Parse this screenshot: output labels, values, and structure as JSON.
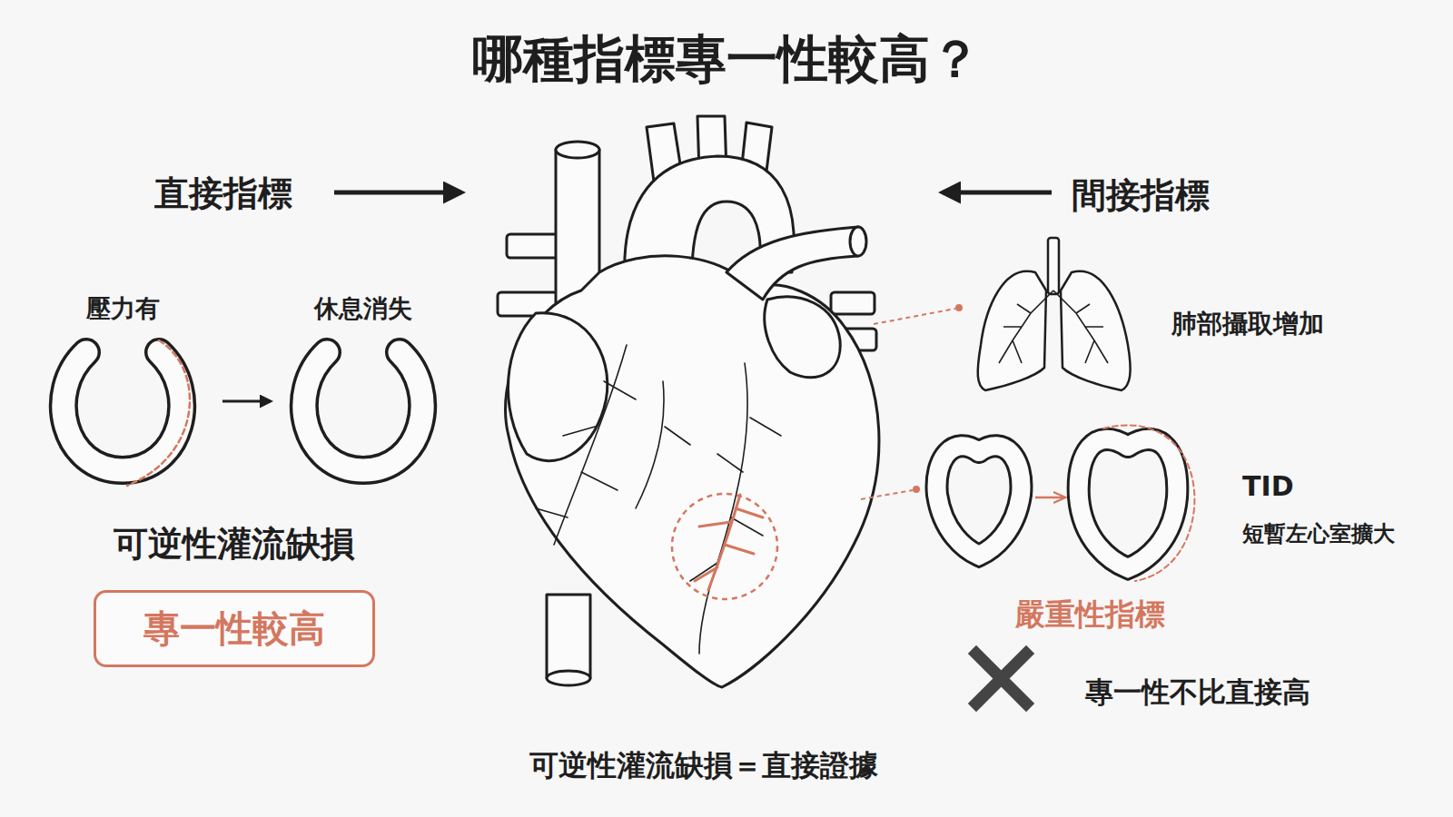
{
  "diagram": {
    "title": "哪種指標專一性較高？",
    "caption": "可逆性灌流缺損＝直接證據",
    "nodes": [
      {
        "text": [
          "專一性較高"
        ]
      }
    ],
    "labels": [
      "直接指標",
      "間接指標",
      "壓力有",
      "休息消失",
      "可逆性灌流缺損",
      "肺部攝取增加",
      "TID",
      "短暫左心室擴大",
      "嚴重性指標",
      "專一性不比直接高"
    ]
  }
}
